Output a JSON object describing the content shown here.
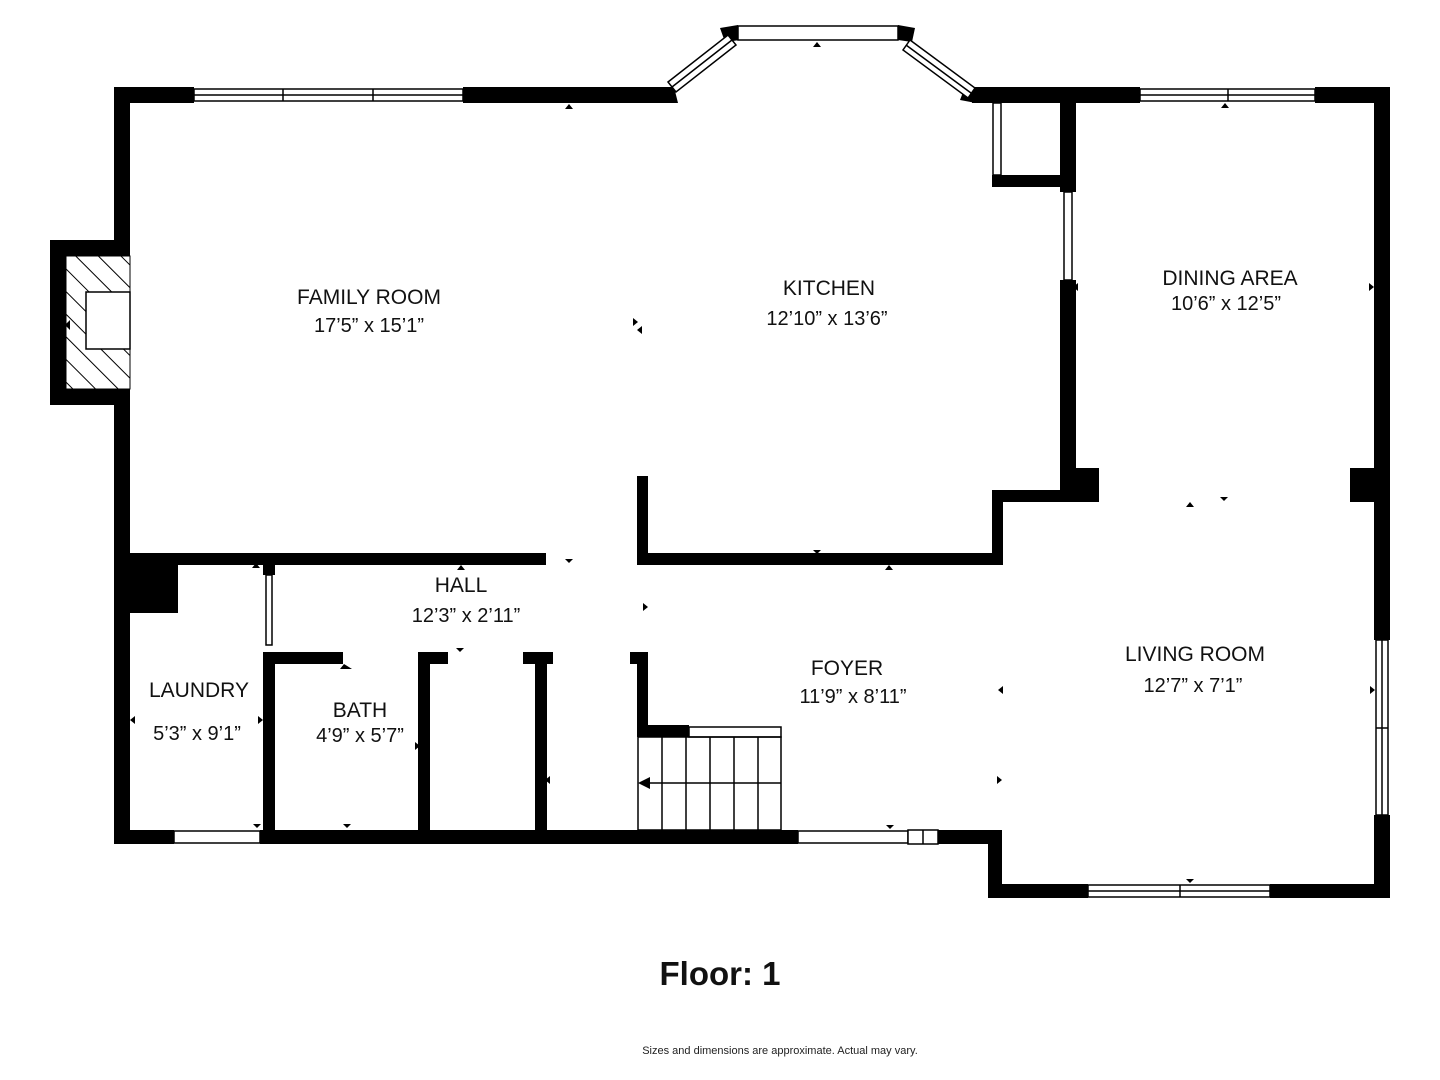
{
  "rooms": {
    "family_room": {
      "name": "FAMILY ROOM",
      "dims": "17’5” x 15’1”"
    },
    "kitchen": {
      "name": "KITCHEN",
      "dims": "12’10” x 13’6”"
    },
    "dining_area": {
      "name": "DINING AREA",
      "dims": "10’6” x 12’5”"
    },
    "hall": {
      "name": "HALL",
      "dims": "12’3” x 2’11”"
    },
    "laundry": {
      "name": "LAUNDRY",
      "dims": "5’3” x 9’1”"
    },
    "bath": {
      "name": "BATH",
      "dims": "4’9” x 5’7”"
    },
    "foyer": {
      "name": "FOYER",
      "dims": "11’9” x 8’11”"
    },
    "living_room": {
      "name": "LIVING ROOM",
      "dims": "12’7” x 7’1”"
    }
  },
  "floor_label": "Floor: 1",
  "disclaimer": "Sizes and dimensions are approximate. Actual may vary.",
  "colors": {
    "wall": "#000000",
    "window": "#ffffff",
    "background": "#ffffff"
  }
}
